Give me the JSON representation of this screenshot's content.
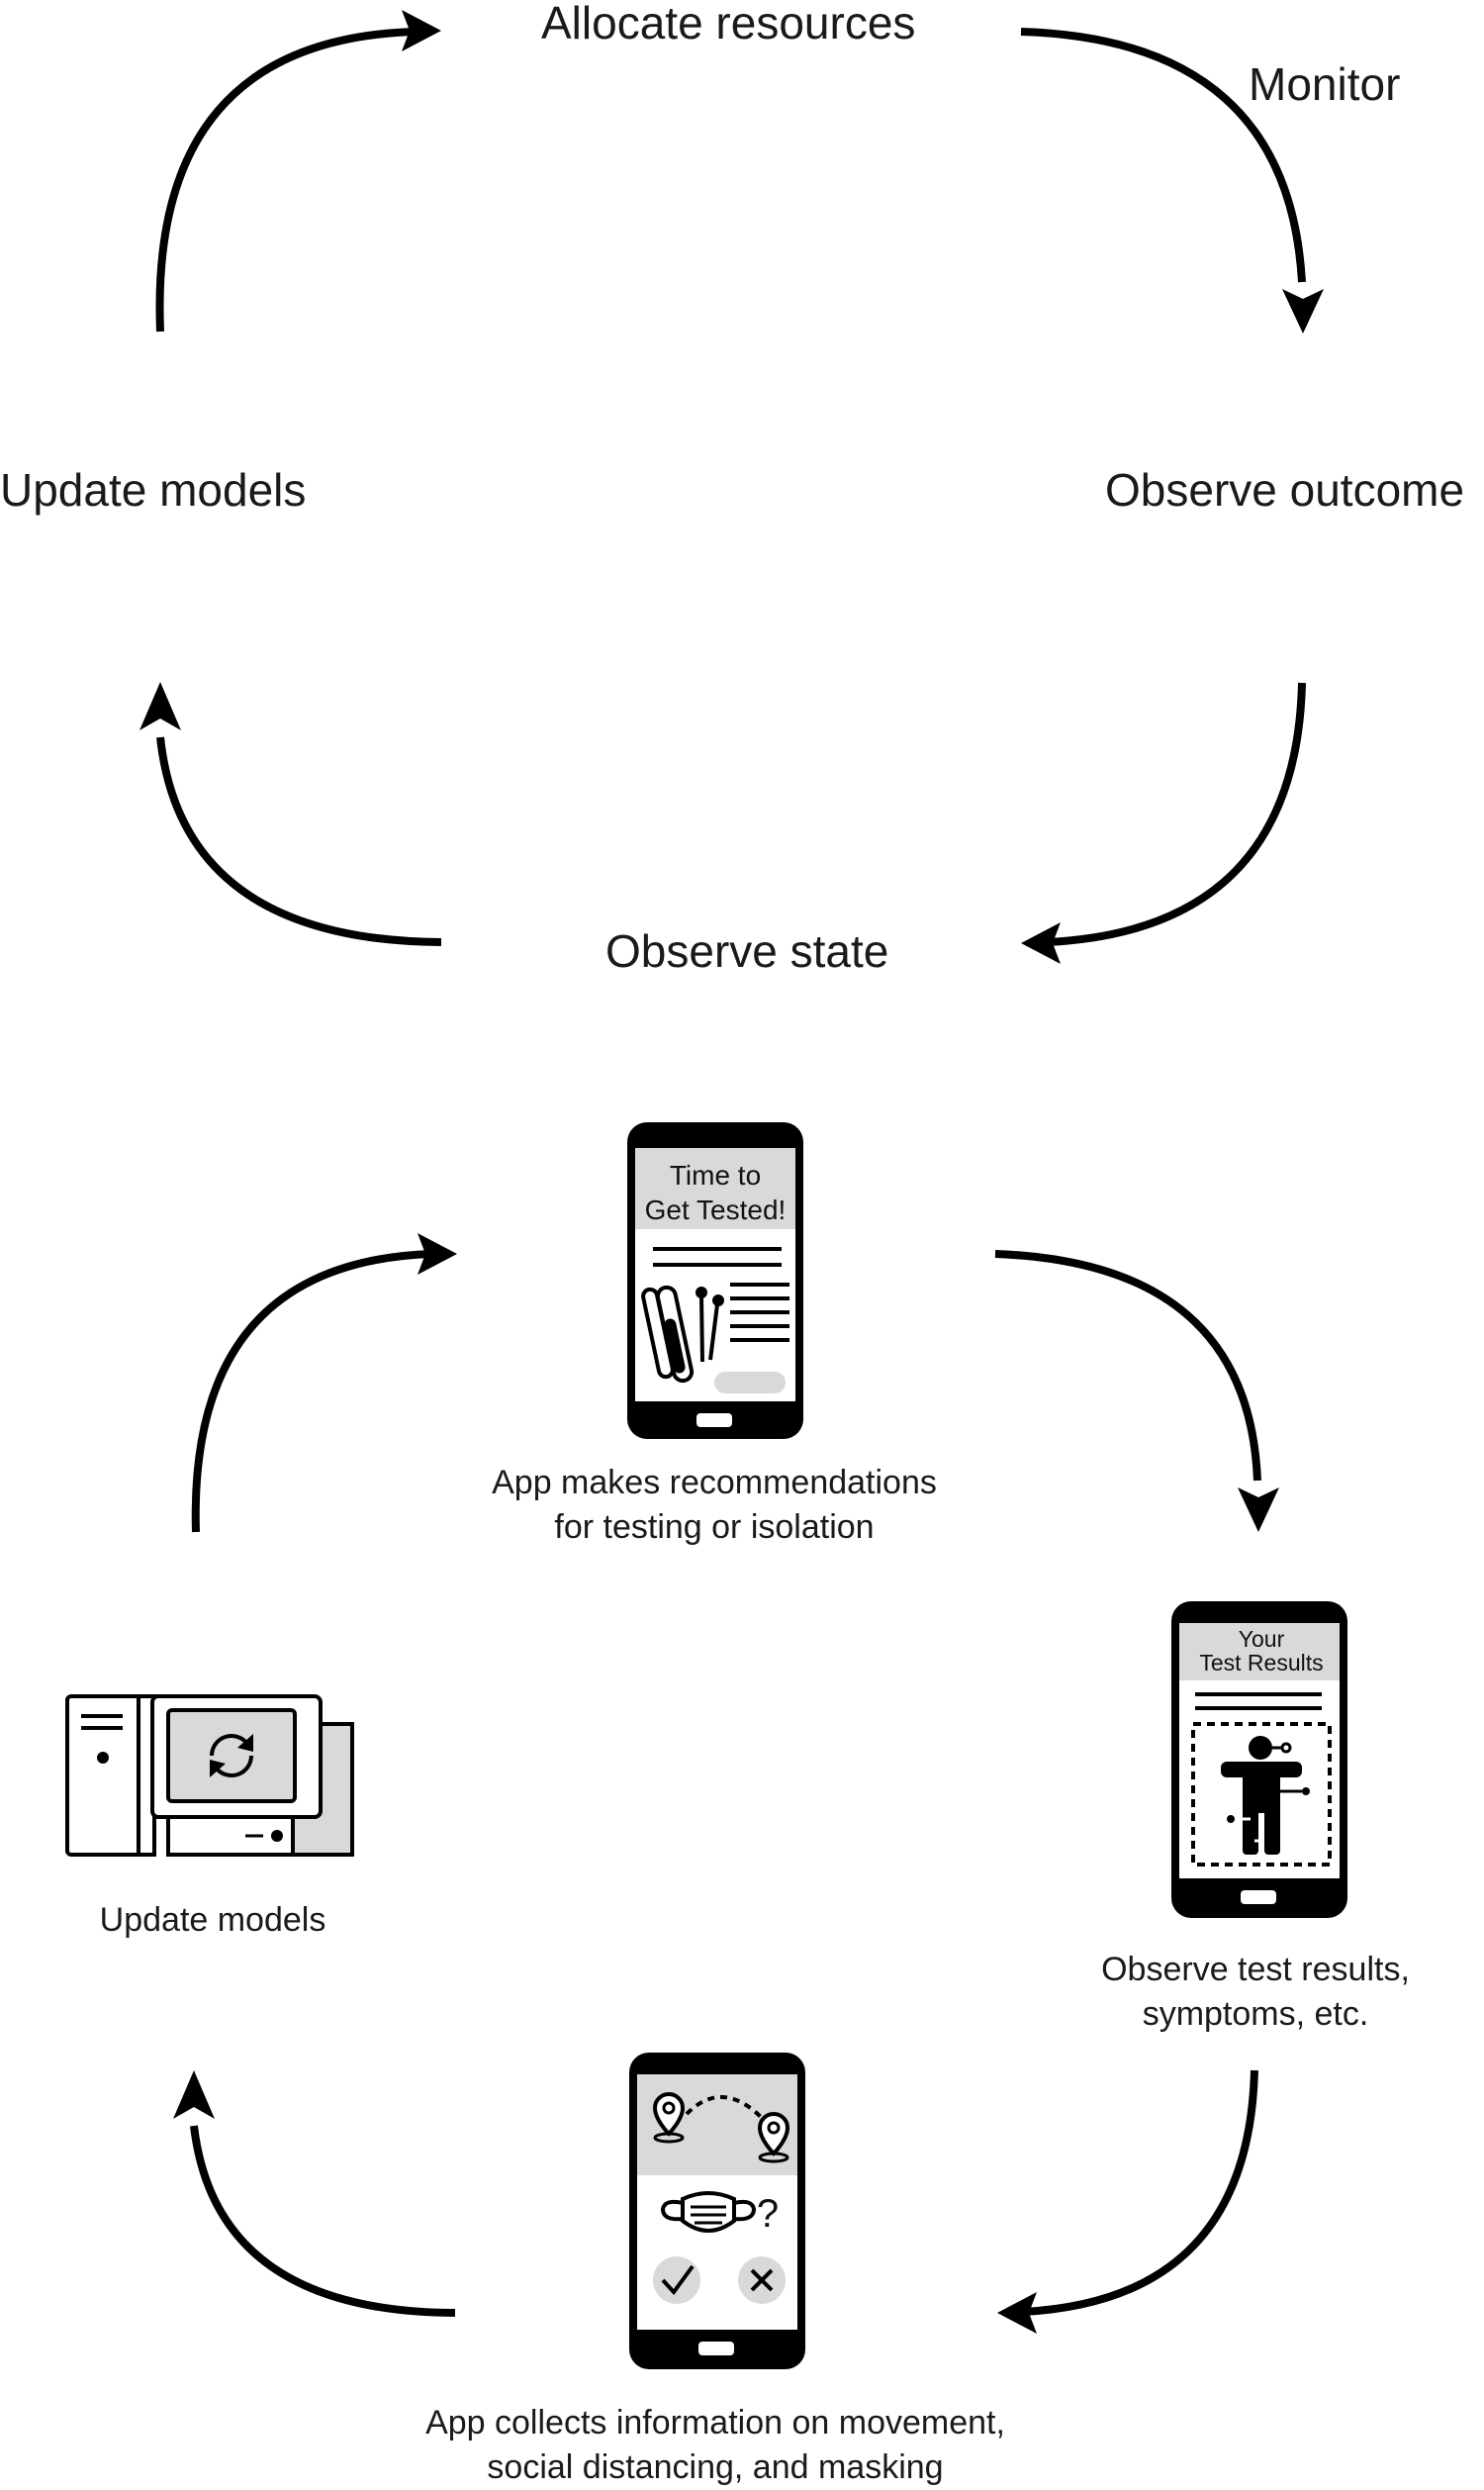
{
  "top_cycle": {
    "allocate": "Allocate resources",
    "monitor": "Monitor",
    "observe_outcome": "Observe outcome",
    "observe_state": "Observe state",
    "update_models": "Update models"
  },
  "bottom_cycle": {
    "recommend_caption_1": "App makes recommendations",
    "recommend_caption_2": "for testing or isolation",
    "phone_recommend_1": "Time to",
    "phone_recommend_2": "Get Tested!",
    "results_caption_1": "Observe test results,",
    "results_caption_2": "symptoms, etc.",
    "phone_results_1": "Your",
    "phone_results_2": "Test Results",
    "collect_caption_1": "App collects information on movement,",
    "collect_caption_2": "social distancing, and masking",
    "update_caption": "Update models",
    "question_mark": "?"
  },
  "icons": [
    "phone-icon",
    "test-tube-icon",
    "swab-icon",
    "body-icon",
    "location-pin-icon",
    "face-mask-icon",
    "check-icon",
    "x-icon",
    "computer-icon",
    "refresh-icon"
  ]
}
